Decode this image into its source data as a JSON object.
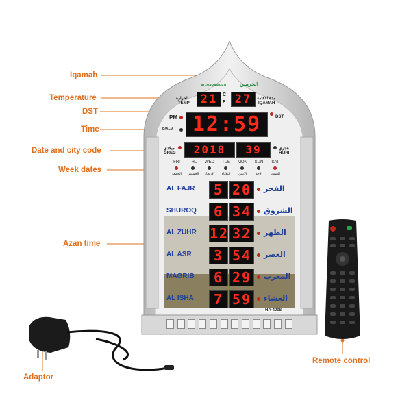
{
  "callouts": {
    "iqamah": "Iqamah",
    "temperature": "Temperature",
    "dst": "DST",
    "time": "Time",
    "date_city": "Date and city code",
    "week_dates": "Week dates",
    "azan_time": "Azan time",
    "remote_control": "Remote control",
    "adaptor": "Adaptor"
  },
  "brand": {
    "arabic": "الحرمين",
    "latin": "AL-HARAMEEN"
  },
  "top": {
    "temp_ar": "الحرارة",
    "temp_label": "TEMP",
    "temp_value": "21",
    "unit_c": "C",
    "unit_f": "F",
    "iqamah_value": "27",
    "iqamah_ar": "مدة الاقامة",
    "iqamah_label": "IQAMAH"
  },
  "time": {
    "pm": "PM",
    "dst": "DST",
    "alarm": "D/ALM",
    "value": "12:59"
  },
  "date": {
    "greg_ar": "ميلادي",
    "greg_label": "GREG",
    "year": "2018",
    "city": "39",
    "hijri_ar": "هجري",
    "hijri_label": "HIJRI"
  },
  "week": {
    "en": [
      "FRI",
      "THU",
      "WED",
      "TUE",
      "MON",
      "SUN",
      "SAT"
    ],
    "ar": [
      "الجمعة",
      "الخميس",
      "الاربعاء",
      "الثلاثاء",
      "الاثنين",
      "الاحد",
      "السبت"
    ]
  },
  "prayers": [
    {
      "en": "AL FAJR",
      "ar": "الفجر",
      "h": "5",
      "m": "20"
    },
    {
      "en": "SHUROQ",
      "ar": "الشروق",
      "h": "6",
      "m": "34"
    },
    {
      "en": "AL ZUHR",
      "ar": "الظهر",
      "h": "12",
      "m": "32"
    },
    {
      "en": "AL ASR",
      "ar": "العصر",
      "h": "3",
      "m": "54"
    },
    {
      "en": "MAGRIB",
      "ar": "المغرب",
      "h": "6",
      "m": "29"
    },
    {
      "en": "AL ISHA",
      "ar": "العشاء",
      "h": "7",
      "m": "59"
    }
  ],
  "model": "HA-4008",
  "colors": {
    "accent": "#e0701f",
    "led": "#ff2a1a",
    "prayer_text": "#1f3f9a",
    "frame": "#c9c9c9"
  }
}
